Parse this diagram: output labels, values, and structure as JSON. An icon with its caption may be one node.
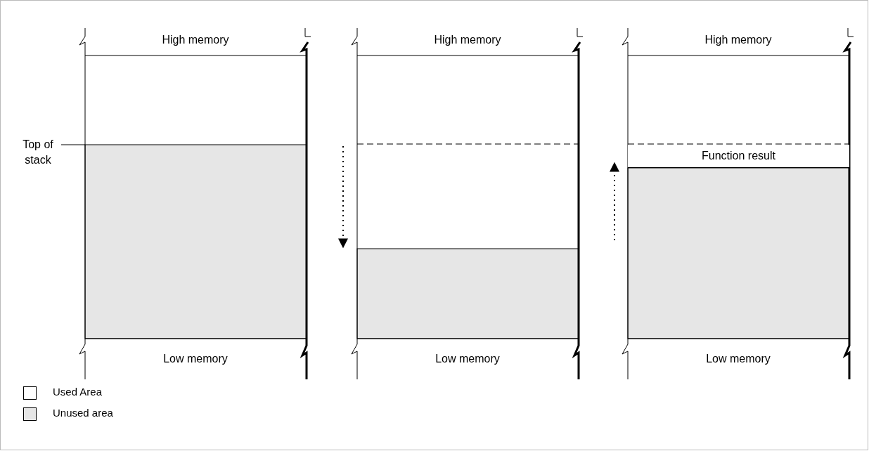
{
  "diagram": {
    "nodes": [
      {
        "text": [
          "Top of stack"
        ]
      },
      {
        "text": [
          "Function result"
        ]
      },
      {
        "text": [],
        "shape": "box"
      },
      {
        "text": [],
        "shape": "box"
      },
      {
        "text": [],
        "shape": "box"
      }
    ],
    "edges": [
      {
        "from": 0,
        "to": 2,
        "arrow": "none"
      }
    ],
    "labels": [
      "High memory",
      "High memory",
      "High memory",
      "Low memory",
      "Low memory",
      "Low memory"
    ],
    "legend": [
      {
        "text": "Used Area",
        "color": "#ffffff"
      },
      {
        "text": "Unused area",
        "color": "#e6e6e6"
      }
    ]
  }
}
